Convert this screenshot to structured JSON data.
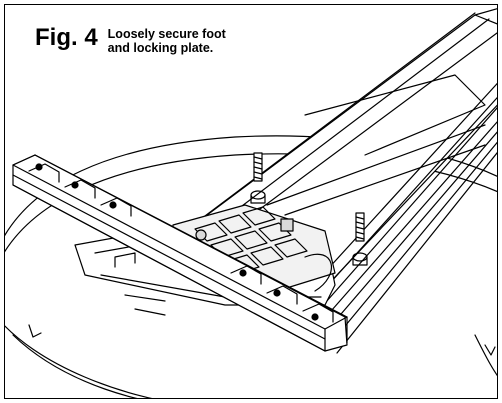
{
  "figure": {
    "label": "Fig. 4",
    "caption_line1": "Loosely secure foot",
    "caption_line2": "and locking plate."
  },
  "colors": {
    "ink": "#000000",
    "paper": "#ffffff",
    "shade": "#d9d9d9"
  }
}
